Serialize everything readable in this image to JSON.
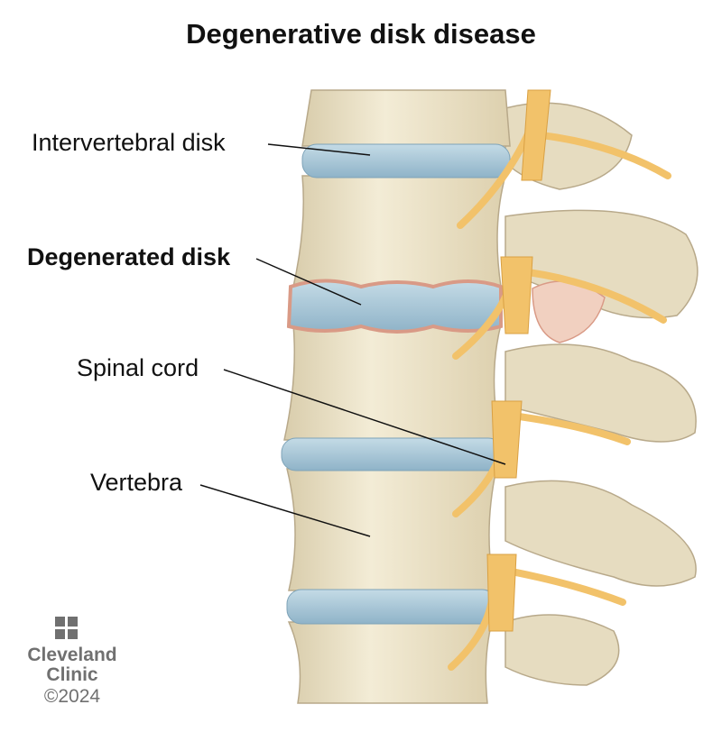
{
  "title": "Degenerative disk disease",
  "labels": {
    "intervertebral_disk": "Intervertebral disk",
    "degenerated_disk": "Degenerated disk",
    "spinal_cord": "Spinal cord",
    "vertebra": "Vertebra"
  },
  "logo": {
    "name_line1": "Cleveland",
    "name_line2": "Clinic",
    "copyright": "©2024"
  },
  "colors": {
    "bone": "#ece3c8",
    "disk": "#a9c7d8",
    "degenerated_edge": "#e9b4a0",
    "nerve": "#f2c26a"
  }
}
